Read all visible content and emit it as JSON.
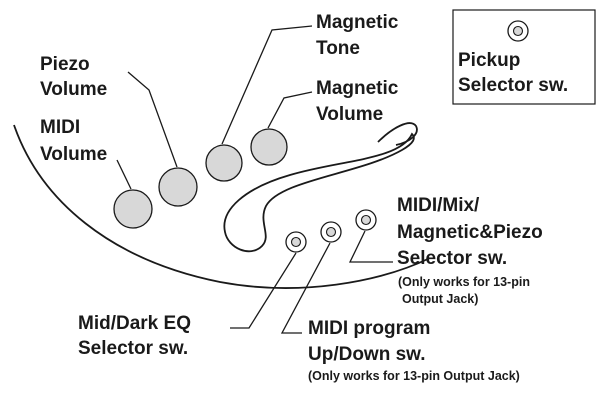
{
  "labels": {
    "magnetic_tone": [
      "Magnetic",
      "Tone"
    ],
    "piezo_volume": [
      "Piezo",
      "Volume"
    ],
    "magnetic_volume": [
      "Magnetic",
      "Volume"
    ],
    "midi_volume": [
      "MIDI",
      "Volume"
    ],
    "pickup_selector": [
      "Pickup",
      "Selector sw."
    ],
    "midi_mix_selector": [
      "MIDI/Mix/",
      "Magnetic&Piezo",
      "Selector sw."
    ],
    "midi_mix_note": [
      "(Only works for 13-pin",
      "Output Jack)"
    ],
    "mid_dark_eq": [
      "Mid/Dark EQ",
      "Selector sw."
    ],
    "midi_program": [
      "MIDI program",
      "Up/Down sw."
    ],
    "midi_program_note": "(Only works for 13-pin Output Jack)"
  },
  "icons": {
    "knob": "knob-icon",
    "switch": "switch-icon"
  },
  "colors": {
    "ink": "#1a1a1a",
    "knob_fill": "#d8d8d8",
    "background": "#ffffff"
  }
}
